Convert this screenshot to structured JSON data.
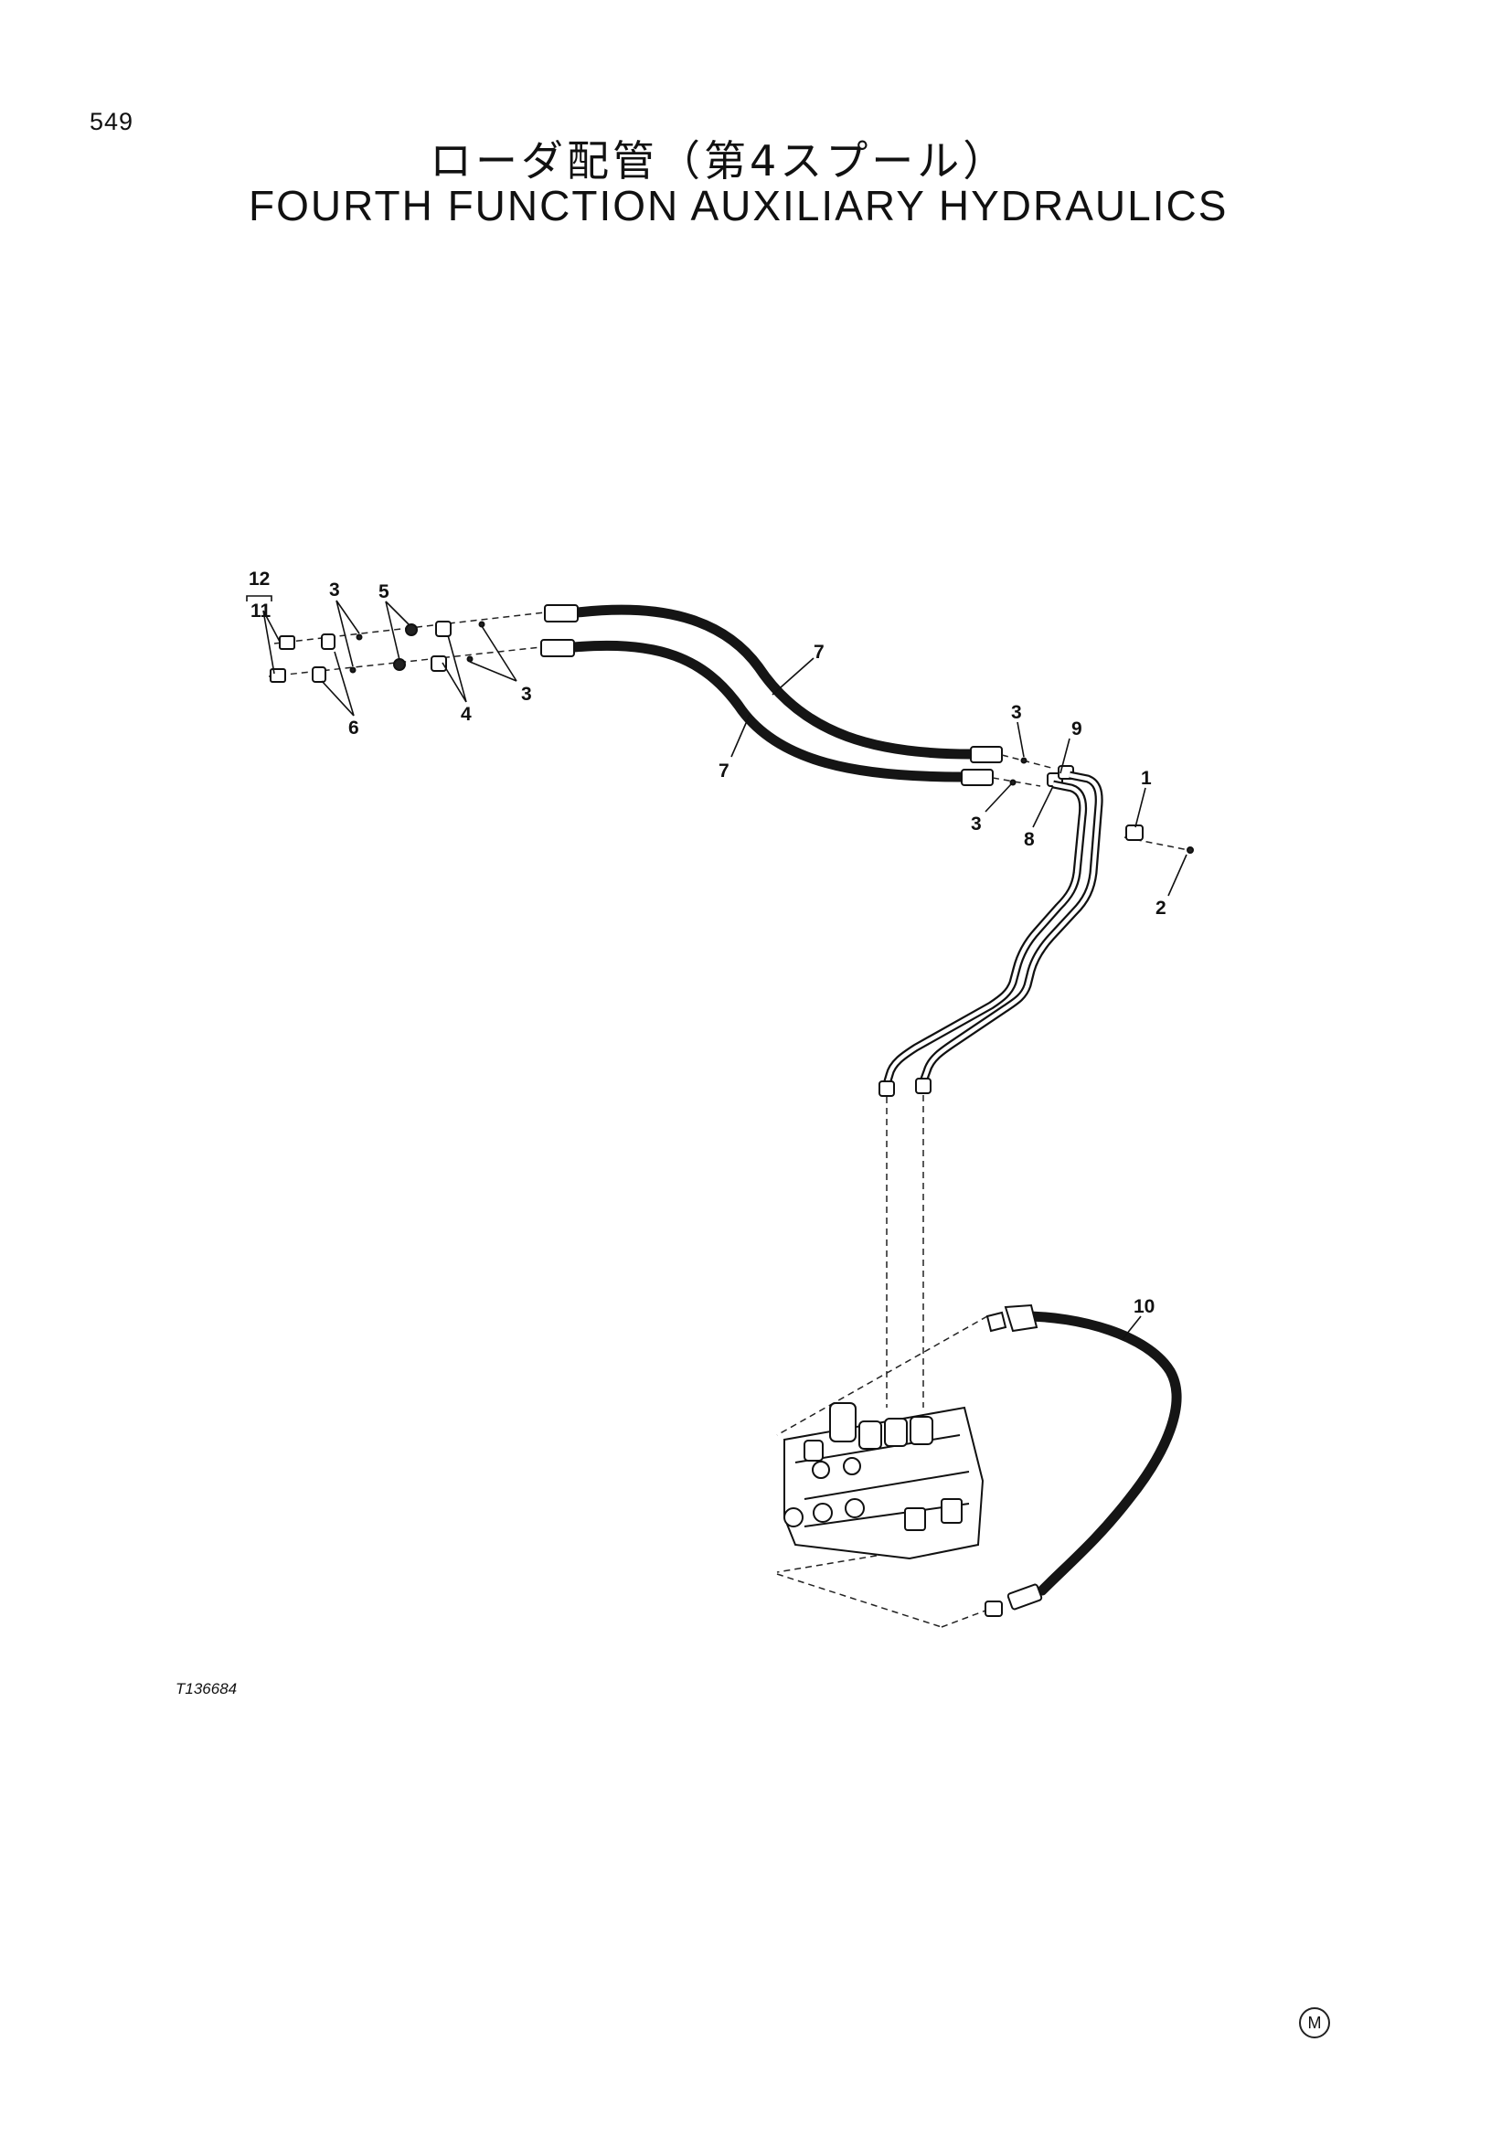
{
  "page": {
    "number": "549",
    "title_jp": "ローダ配管（第4スプール）",
    "title_en": "FOURTH FUNCTION AUXILIARY HYDRAULICS",
    "figure_code": "T136684",
    "corner_mark": "M"
  },
  "callouts": {
    "c1": "1",
    "c2": "2",
    "c3a": "3",
    "c3b": "3",
    "c3c": "3",
    "c3d": "3",
    "c4": "4",
    "c5": "5",
    "c6": "6",
    "c7a": "7",
    "c7b": "7",
    "c8": "8",
    "c9": "9",
    "c10": "10",
    "c11": "11",
    "c12": "12"
  }
}
